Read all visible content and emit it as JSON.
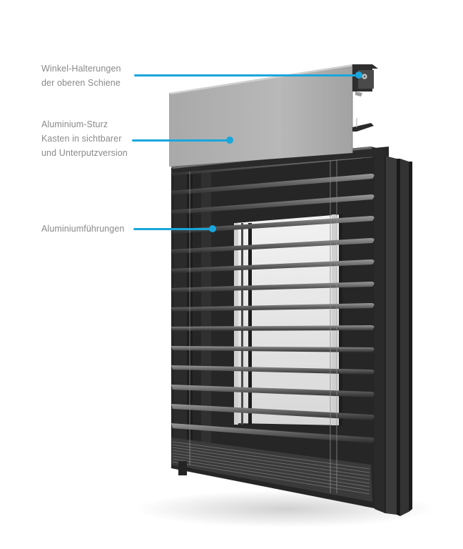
{
  "diagram": {
    "subject": "Aluminium-Raffstore / Jalousie mit Sturzkasten",
    "accent_color": "#1aa6dc",
    "label_color": "#8a8a8a",
    "callouts": [
      {
        "id": "winkel-halterungen",
        "lines": [
          "Winkel-Halterungen",
          "der oberen Schiene"
        ],
        "target": "mounting-bracket"
      },
      {
        "id": "sturzkasten",
        "lines": [
          "Aluminium-Sturz",
          "Kasten in sichtbarer",
          "und Unterputzversion"
        ],
        "target": "head-box"
      },
      {
        "id": "fuehrungen",
        "lines": [
          "Aluminiumführungen"
        ],
        "target": "guide-rail"
      }
    ],
    "slat_count": 14
  }
}
